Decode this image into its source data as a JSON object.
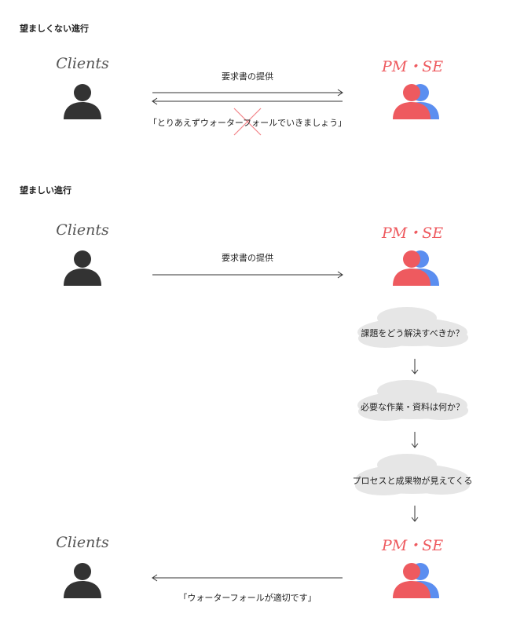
{
  "sections": {
    "bad": {
      "heading": "望ましくない進行",
      "client_label": "Clients",
      "pm_label": "PM・SE",
      "msg_forward": "要求書の提供",
      "msg_back": "「とりあえずウォーターフォールでいきましょう」"
    },
    "good": {
      "heading": "望ましい進行",
      "client_label": "Clients",
      "pm_label": "PM・SE",
      "msg_forward": "要求書の提供",
      "steps": [
        "課題をどう解決すべきか？",
        "必要な作業・資料は何か？",
        "プロセスと成果物が見えてくる"
      ],
      "final_client_label": "Clients",
      "final_pm_label": "PM・SE",
      "msg_back": "「ウォーターフォールが適切です」"
    }
  },
  "colors": {
    "client_person": "#333333",
    "pm_person_front": "#ee5a5f",
    "pm_person_back": "#5b8ef0",
    "cloud": "#e6e6e6",
    "cross": "#ee5a5f"
  }
}
